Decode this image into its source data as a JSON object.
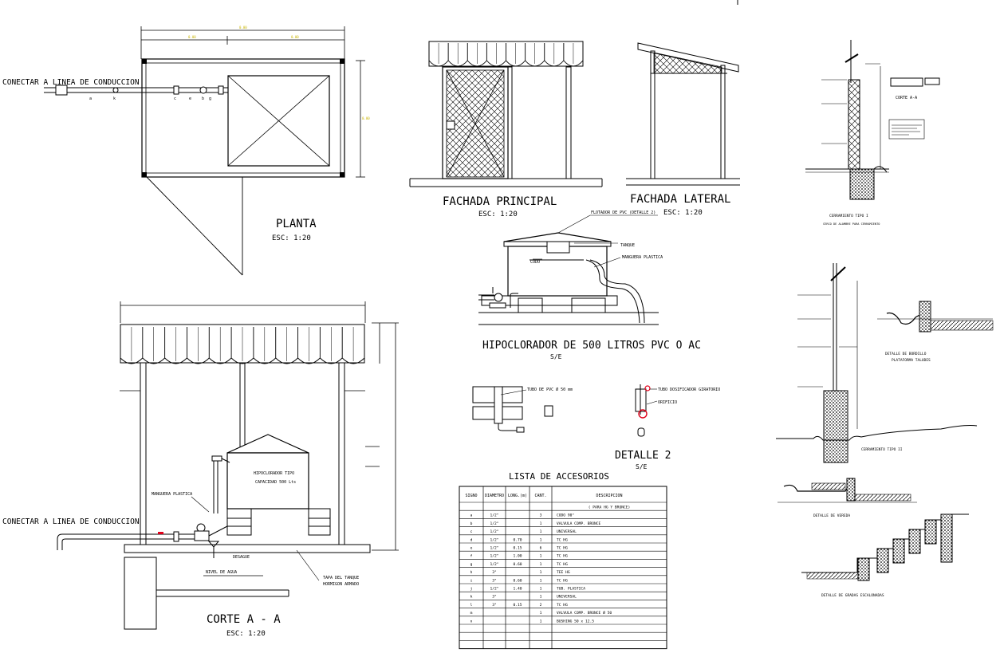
{
  "colors": {
    "ink": "#000000",
    "accent_red": "#e0001a",
    "dim_yellow": "#c8b400",
    "paper": "#ffffff"
  },
  "planta": {
    "connect_label": "CONECTAR A LINEA DE CONDUCCION",
    "title": "PLANTA",
    "scale": "ESC:  1:20",
    "fitting_letters": [
      "a",
      "k",
      "c",
      "e",
      "b",
      "g"
    ]
  },
  "fachada_principal": {
    "title": "FACHADA PRINCIPAL",
    "scale": "ESC:  1:20"
  },
  "fachada_lateral": {
    "title": "FACHADA LATERAL",
    "scale": "ESC:  1:20"
  },
  "hipoclorador": {
    "title": "HIPOCLORADOR DE 500 LITROS PVC O AC",
    "scale": "S/E",
    "callouts": [
      "FLOTADOR DE PVC (DETALLE 2)",
      "TANQUE",
      "MANGUERA PLASTICA",
      "CODO"
    ]
  },
  "detalle2": {
    "title": "DETALLE 2",
    "scale": "S/E",
    "callouts": [
      "TUBO DE PVC Ø 50 mm",
      "TUBO DOSIFICADOR GIRATORIO",
      "ORIFICIO"
    ]
  },
  "corte": {
    "connect_label": "CONECTAR A LINEA DE CONDUCCION",
    "title": "CORTE  A - A",
    "scale": "ESC:  1:20",
    "tank_label_1": "HIPOCLORADOR TIPO",
    "tank_label_2": "CAPACIDAD 500 Lts",
    "hose_label": "MANGUERA PLASTICA",
    "drain_label": "DESAGUE",
    "water_label": "NIVEL DE AGUA",
    "cover_label_1": "TAPA DEL TANQUE",
    "cover_label_2": "HORMIGON ARMADO"
  },
  "accesorios": {
    "title": "LISTA DE ACCESORIOS",
    "headers": [
      "SIGNO",
      "DIAMETRO",
      "LONG.(m)",
      "CANT.",
      "DESCRIPCION"
    ],
    "subheader": "( PARA HG Y BRONCE)",
    "rows": [
      [
        "a",
        "1/2\"",
        "",
        "3",
        "CODO 90°"
      ],
      [
        "b",
        "1/2\"",
        "",
        "1",
        "VALVULA COMP. BRONCE"
      ],
      [
        "c",
        "1/2\"",
        "",
        "1",
        "UNIVERSAL"
      ],
      [
        "d",
        "1/2\"",
        "0.70",
        "1",
        "TC HG"
      ],
      [
        "e",
        "1/2\"",
        "0.15",
        "6",
        "TC HG"
      ],
      [
        "f",
        "1/2\"",
        "1.00",
        "1",
        "TC HG"
      ],
      [
        "g",
        "1/2\"",
        "0.60",
        "1",
        "TC HG"
      ],
      [
        "h",
        "3\"",
        "",
        "1",
        "TEE HG"
      ],
      [
        "i",
        "3\"",
        "0.60",
        "1",
        "TC HG"
      ],
      [
        "j",
        "1/2\"",
        "1.40",
        "1",
        "TUB. PLASTICA"
      ],
      [
        "k",
        "3\"",
        "",
        "1",
        "UNIVERSAL"
      ],
      [
        "l",
        "3\"",
        "0.15",
        "2",
        "TC HG"
      ],
      [
        "m",
        "",
        "",
        "1",
        "VALVULA COMP. BRONCE Ø 50"
      ],
      [
        "n",
        "",
        "",
        "1",
        "BUSHING 50 x 12.5"
      ]
    ]
  },
  "details_right": {
    "d1_title": "CERRAMIENTO TIPO I",
    "d1_sub": "CERCO DE ALAMBRE PARA CERRAMIENTO",
    "d1_section": "CORTE A-A",
    "d2_title": "DETALLE DE BORDILLO",
    "d2_sub": "PLATAFORMA TALUDES",
    "d3_title": "CERRAMIENTO TIPO II",
    "d4_title": "DETALLE DE VEREDA",
    "d5_title": "DETALLE DE GRADAS ESCALONADAS"
  }
}
